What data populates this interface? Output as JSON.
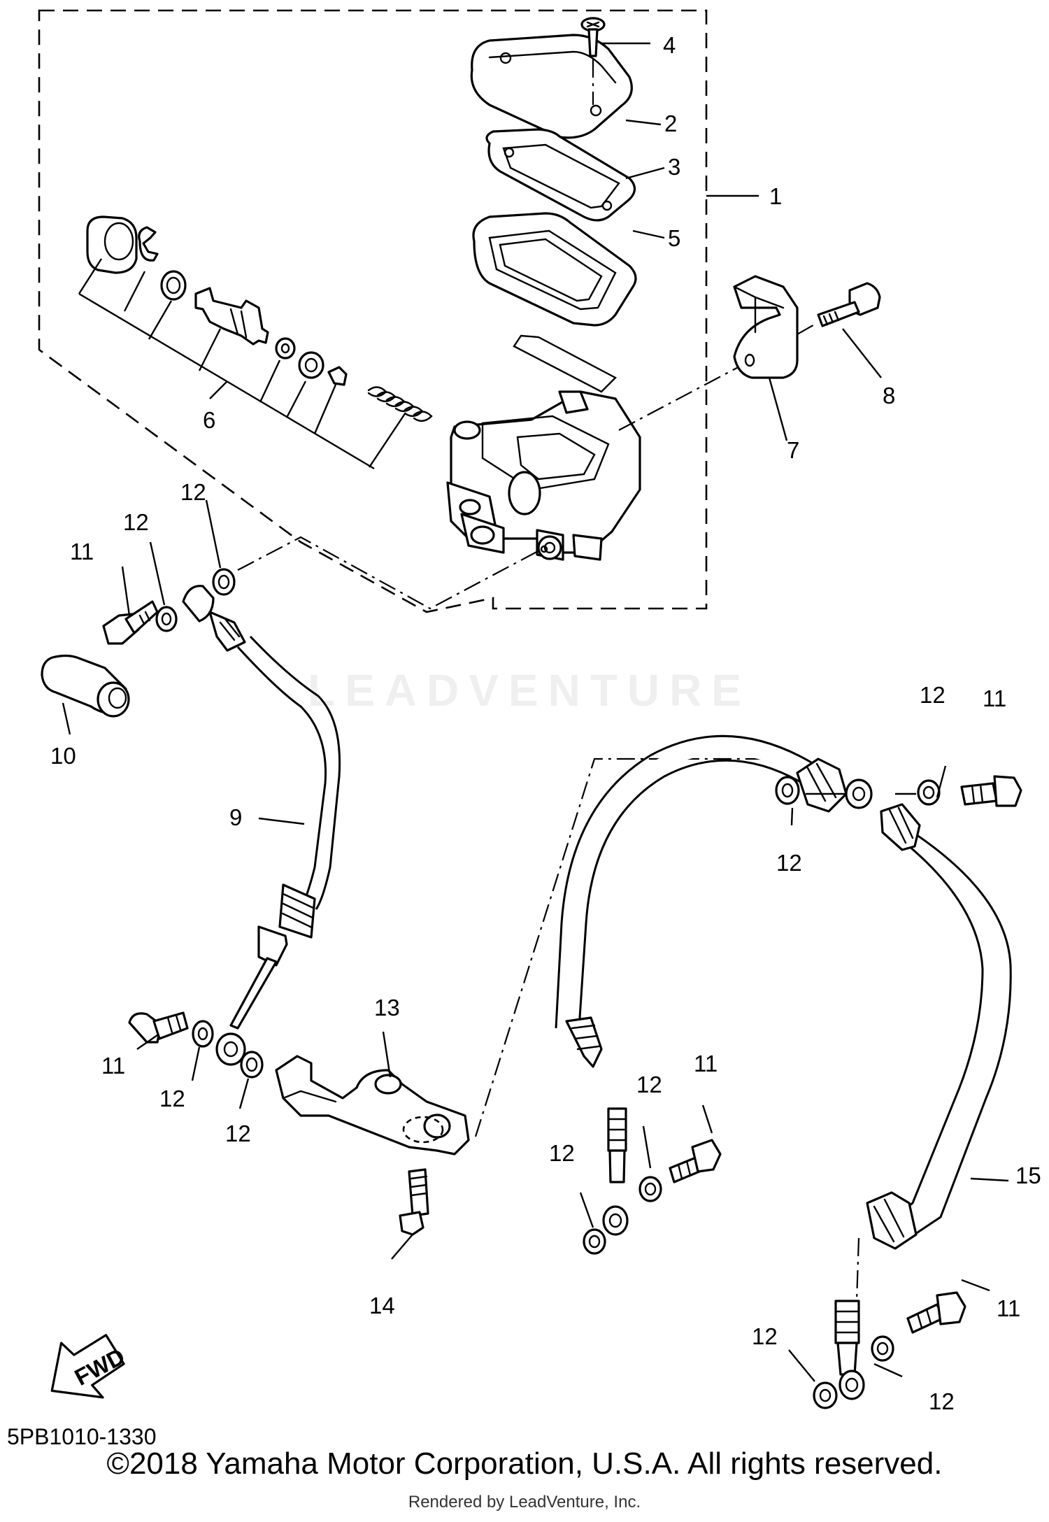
{
  "diagram": {
    "callouts": [
      "1",
      "2",
      "3",
      "4",
      "5",
      "6",
      "7",
      "8",
      "9",
      "10",
      "11",
      "12",
      "13",
      "14",
      "15"
    ],
    "fwd_label": "FWD",
    "diagram_code": "5PB1010-1330",
    "watermark": "LEADVENTURE",
    "copyright": "©2018 Yamaha Motor Corporation, U.S.A. All rights reserved.",
    "rendered_by": "Rendered by LeadVenture, Inc."
  }
}
